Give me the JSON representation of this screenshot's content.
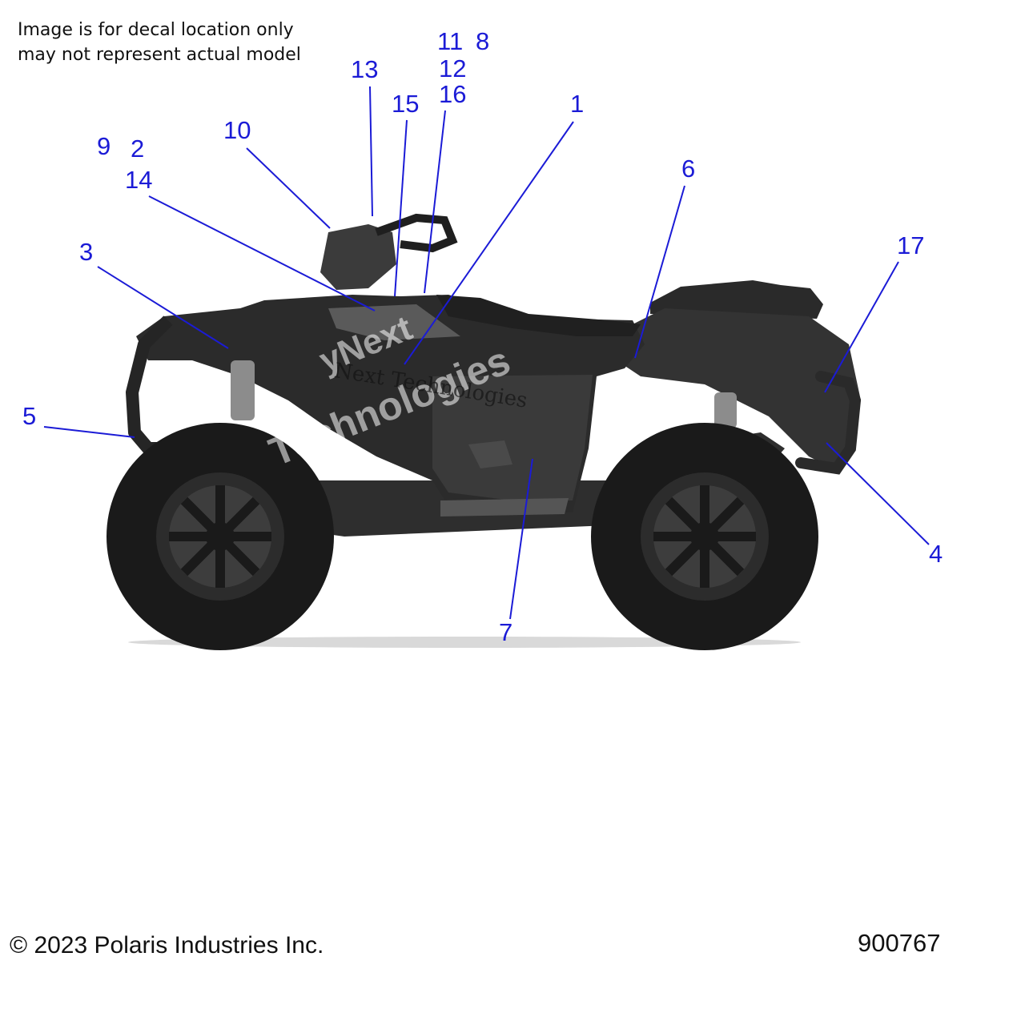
{
  "disclaimer": {
    "line1": "Image is for decal location only",
    "line2": "may not represent actual model"
  },
  "callouts": [
    "1",
    "2",
    "3",
    "4",
    "5",
    "6",
    "7",
    "8",
    "9",
    "10",
    "11",
    "12",
    "13",
    "14",
    "15",
    "16",
    "17"
  ],
  "footer": {
    "copyright": "© 2023 Polaris Industries Inc.",
    "part_number": "900767"
  },
  "watermark": {
    "brand": "yNext",
    "line1": "Technologies",
    "line2": "Next Technologies"
  },
  "colors": {
    "callout_blue": "#1b1bd6",
    "body_dark": "#2b2b2b",
    "tire_black": "#1a1a1a"
  }
}
